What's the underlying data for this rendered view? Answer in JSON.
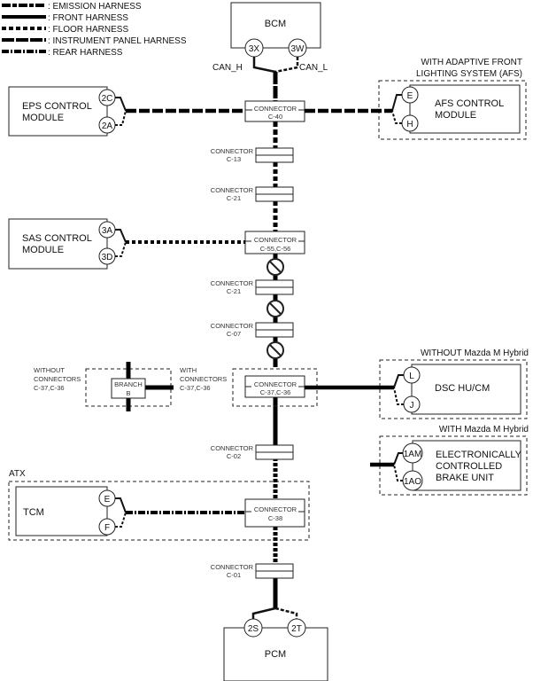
{
  "legend": [
    {
      "style": "emission",
      "label": ": EMISSION HARNESS"
    },
    {
      "style": "front",
      "label": ": FRONT HARNESS"
    },
    {
      "style": "floor",
      "label": ": FLOOR HARNESS"
    },
    {
      "style": "instrument",
      "label": ": INSTRUMENT PANEL HARNESS"
    },
    {
      "style": "rear",
      "label": ": REAR HARNESS"
    }
  ],
  "modules": {
    "bcm": {
      "title": "BCM",
      "pins": [
        "3X",
        "3W"
      ],
      "signals": [
        "CAN_H",
        "CAN_L"
      ]
    },
    "eps": {
      "title_lines": [
        "EPS CONTROL",
        "MODULE"
      ],
      "pins": [
        "2C",
        "2A"
      ]
    },
    "afs": {
      "title_lines": [
        "AFS CONTROL",
        "MODULE"
      ],
      "pins": [
        "E",
        "H"
      ],
      "option_lines": [
        "WITH ADAPTIVE FRONT",
        "LIGHTING SYSTEM (AFS)"
      ]
    },
    "sas": {
      "title_lines": [
        "SAS CONTROL",
        "MODULE"
      ],
      "pins": [
        "3A",
        "3D"
      ]
    },
    "dsc": {
      "title": "DSC HU/CM",
      "pins": [
        "L",
        "J"
      ],
      "option": "WITHOUT Mazda M Hybrid"
    },
    "ecbu": {
      "title_lines": [
        "ELECTRONICALLY",
        "CONTROLLED",
        "BRAKE UNIT"
      ],
      "pins": [
        "1AM",
        "1AO"
      ],
      "option": "WITH Mazda M Hybrid"
    },
    "tcm": {
      "title": "TCM",
      "pins": [
        "E",
        "F"
      ],
      "option": "ATX"
    },
    "pcm": {
      "title": "PCM",
      "pins": [
        "2S",
        "2T"
      ]
    }
  },
  "connectors": {
    "c40": {
      "line1": "CONNECTOR",
      "line2": "C-40"
    },
    "c13": {
      "line1": "CONNECTOR",
      "line2": "C-13"
    },
    "c21a": {
      "line1": "CONNECTOR",
      "line2": "C-21"
    },
    "c5556": {
      "line1": "CONNECTOR",
      "line2": "C-55,C-56"
    },
    "c21b": {
      "line1": "CONNECTOR",
      "line2": "C-21"
    },
    "c07": {
      "line1": "CONNECTOR",
      "line2": "C-07"
    },
    "c3736": {
      "line1": "CONNECTOR",
      "line2": "C-37,C-36"
    },
    "c02": {
      "line1": "CONNECTOR",
      "line2": "C-02"
    },
    "c38": {
      "line1": "CONNECTOR",
      "line2": "C-38"
    },
    "c01": {
      "line1": "CONNECTOR",
      "line2": "C-01"
    }
  },
  "branch": {
    "line1": "BRANCH",
    "line2": "B",
    "without_lines": [
      "WITHOUT",
      "CONNECTORS",
      "C-37,C-36"
    ],
    "with_lines": [
      "WITH",
      "CONNECTORS",
      "C-37,C-36"
    ]
  }
}
